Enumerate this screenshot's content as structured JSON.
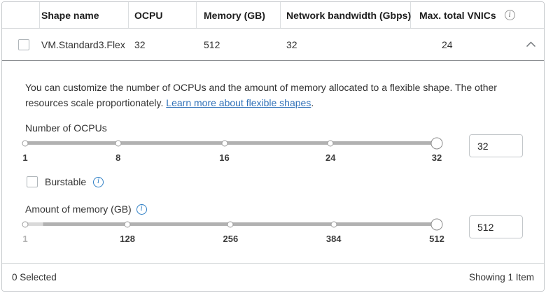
{
  "colors": {
    "link_blue": "#3071b8",
    "info_icon_blue": "#2f7fc5"
  },
  "table": {
    "columns": [
      "Shape name",
      "OCPU",
      "Memory (GB)",
      "Network bandwidth (Gbps)",
      "Max. total VNICs"
    ],
    "row": {
      "shape_name": "VM.Standard3.Flex",
      "ocpu": "32",
      "memory_gb": "512",
      "network_bandwidth_gbps": "32",
      "max_total_vnics": "24"
    }
  },
  "panel": {
    "description": "You can customize the number of OCPUs and the amount of memory allocated to a flexible shape. The other resources scale proportionately.",
    "link_label": "Learn more about flexible shapes",
    "link_suffix": ".",
    "ocpu_slider": {
      "label": "Number of OCPUs",
      "value": "32",
      "min": "1",
      "max": "32",
      "tick_labels": [
        "1",
        "8",
        "16",
        "24",
        "32"
      ]
    },
    "burstable_label": "Burstable",
    "memory_slider": {
      "label": "Amount of memory (GB)",
      "value": "512",
      "min": "1",
      "max": "512",
      "tick_labels": [
        "1",
        "128",
        "256",
        "384",
        "512"
      ]
    }
  },
  "footer": {
    "selected_text": "0 Selected",
    "showing_text": "Showing 1 Item"
  }
}
